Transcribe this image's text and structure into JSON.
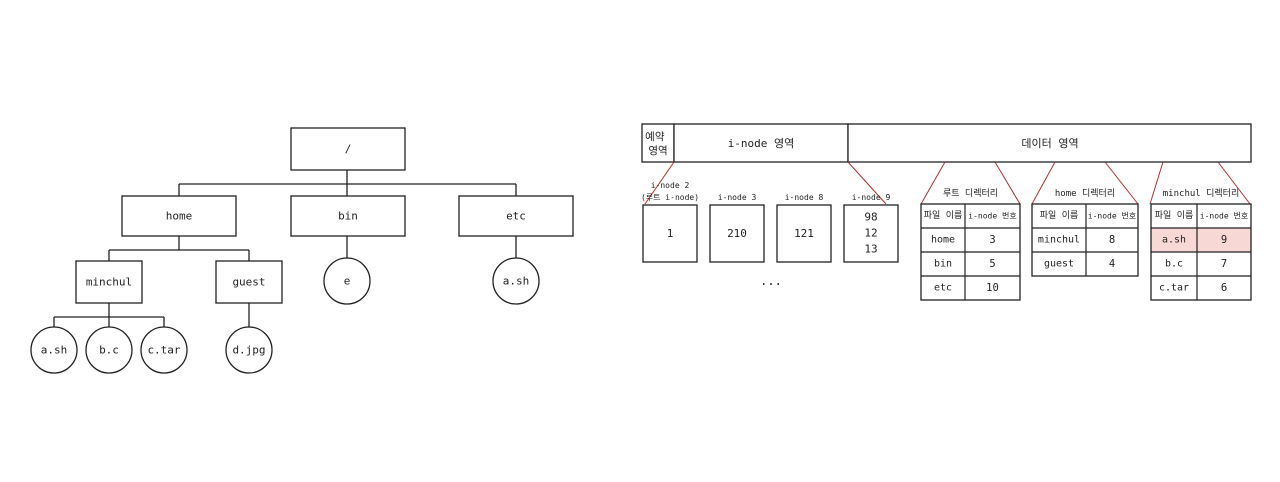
{
  "tree": {
    "nodes": {
      "root": "/",
      "home": "home",
      "bin": "bin",
      "etc": "etc",
      "minchul": "minchul",
      "guest": "guest",
      "e": "e",
      "etc_ash": "a.sh",
      "ash": "a.sh",
      "bc": "b.c",
      "ctar": "c.tar",
      "djpg": "d.jpg"
    }
  },
  "disk": {
    "reserved": "예약\n영역",
    "inode_area": "i-node 영역",
    "data_area": "데이터 영역"
  },
  "inodes": [
    {
      "label": "i-node 2",
      "sublabel": "(루트 i-node)",
      "values": [
        "1"
      ]
    },
    {
      "label": "i-node 3",
      "sublabel": "",
      "values": [
        "210"
      ]
    },
    {
      "label": "i-node 8",
      "sublabel": "",
      "values": [
        "121"
      ]
    },
    {
      "label": "i-node 9",
      "sublabel": "",
      "values": [
        "98",
        "12",
        "13"
      ]
    }
  ],
  "ellipsis": "...",
  "directories": [
    {
      "title": "루트 디렉터리",
      "headers": [
        "파일 이름",
        "i-node 번호"
      ],
      "rows": [
        [
          "home",
          "3"
        ],
        [
          "bin",
          "5"
        ],
        [
          "etc",
          "10"
        ]
      ],
      "highlight_row": -1
    },
    {
      "title": "home 디렉터리",
      "headers": [
        "파일 이름",
        "i-node 번호"
      ],
      "rows": [
        [
          "minchul",
          "8"
        ],
        [
          "guest",
          "4"
        ]
      ],
      "highlight_row": -1
    },
    {
      "title": "minchul 디렉터리",
      "headers": [
        "파일 이름",
        "i-node 번호"
      ],
      "rows": [
        [
          "a.sh",
          "9"
        ],
        [
          "b.c",
          "7"
        ],
        [
          "c.tar",
          "6"
        ]
      ],
      "highlight_row": 0
    }
  ],
  "colors": {
    "stroke": "#222222",
    "callout": "#b03030",
    "highlight": "#f8d8d4"
  }
}
